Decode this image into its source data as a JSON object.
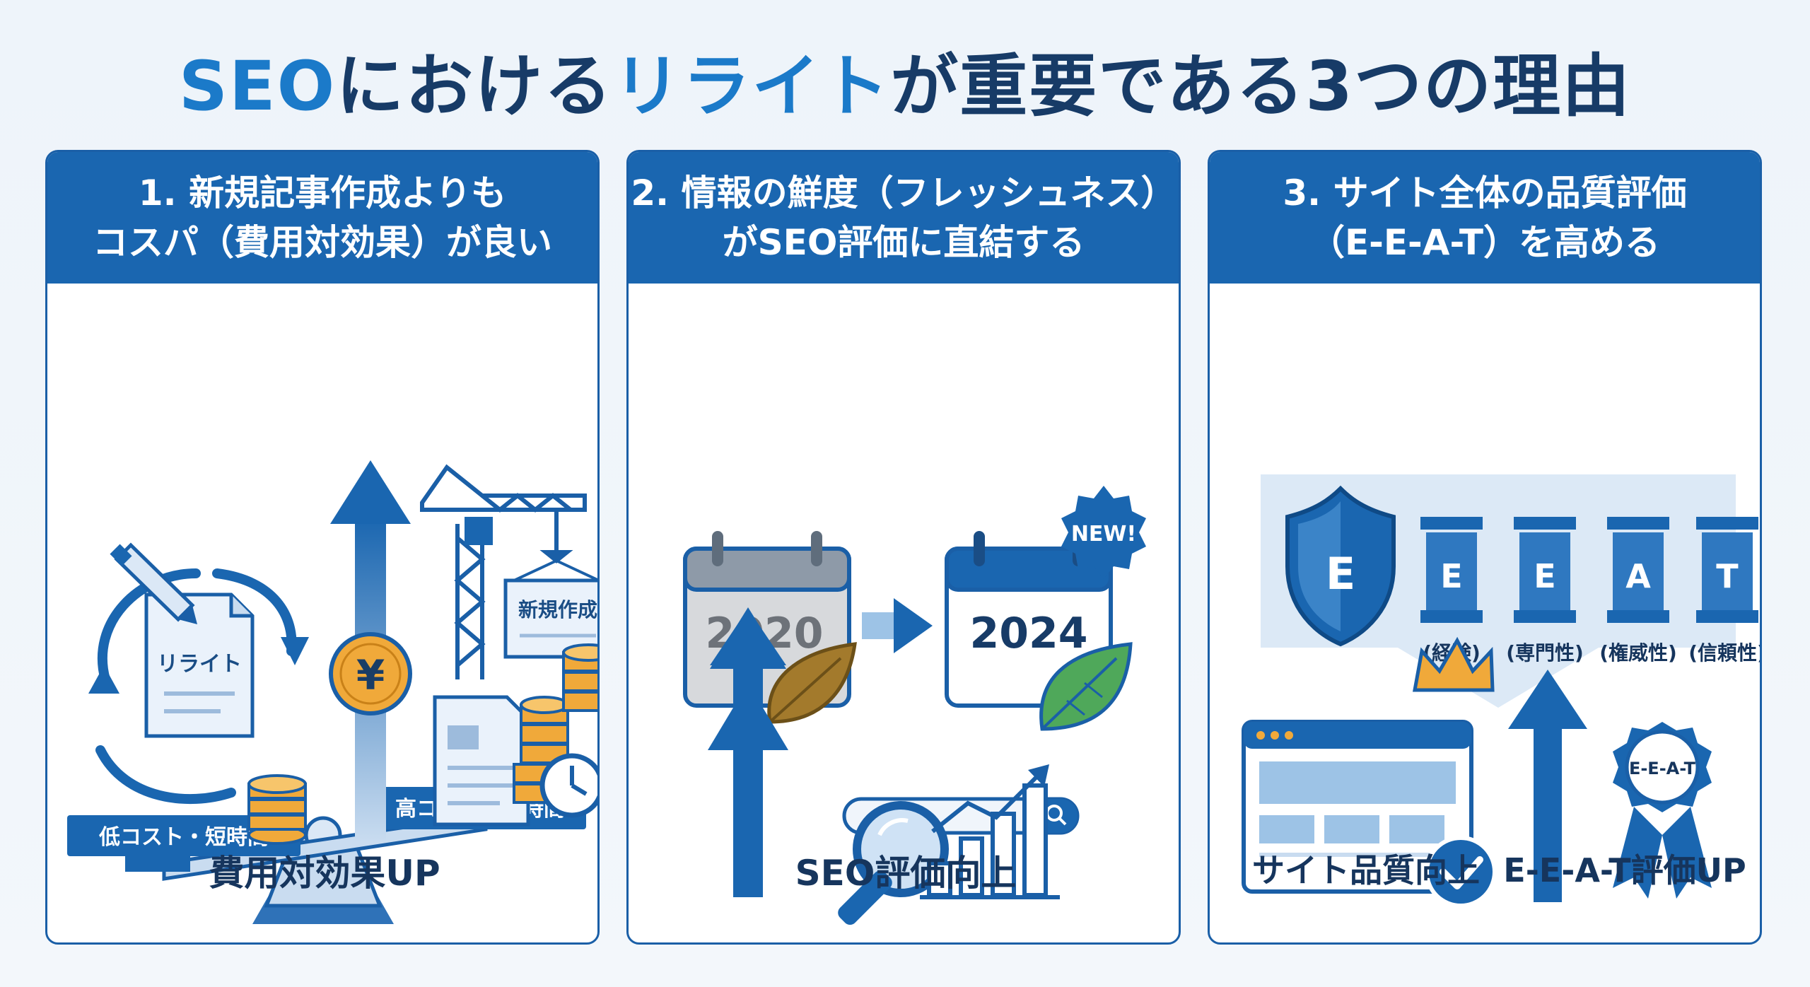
{
  "title": {
    "part1": "SEO",
    "part2": "における",
    "part3": "リライト",
    "part4": "が重要である3つの理由"
  },
  "colors": {
    "primary": "#1a66b0",
    "accent": "#1b7ac9",
    "dark_text": "#173b67",
    "gold": "#f0a93a"
  },
  "cards": [
    {
      "heading_line1": "1. 新規記事作成よりも",
      "heading_line2": "コスパ（費用対効果）が良い",
      "rewrite_label": "リライト",
      "yen_symbol": "¥",
      "new_article_label": "新規作成",
      "low_cost_label": "低コスト・短時間",
      "high_cost_label": "高コスト・長時間",
      "caption": "費用対効果UP"
    },
    {
      "heading_line1": "2. 情報の鮮度（フレッシュネス）",
      "heading_line2": "がSEO評価に直結する",
      "old_year": "2020",
      "new_year": "2024",
      "new_badge": "NEW!",
      "caption": "SEO評価向上"
    },
    {
      "heading_line1": "3. サイト全体の品質評価",
      "heading_line2": "（E-E-A-T）を高める",
      "shield_letter": "E",
      "pillars": [
        {
          "letter": "E",
          "label": "(経験)"
        },
        {
          "letter": "E",
          "label": "(専門性)"
        },
        {
          "letter": "A",
          "label": "(権威性)"
        },
        {
          "letter": "T",
          "label": "(信頼性)"
        }
      ],
      "ribbon_label": "E-E-A-T",
      "caption_left": "サイト品質向上",
      "caption_right": "E-E-A-T評価UP"
    }
  ]
}
